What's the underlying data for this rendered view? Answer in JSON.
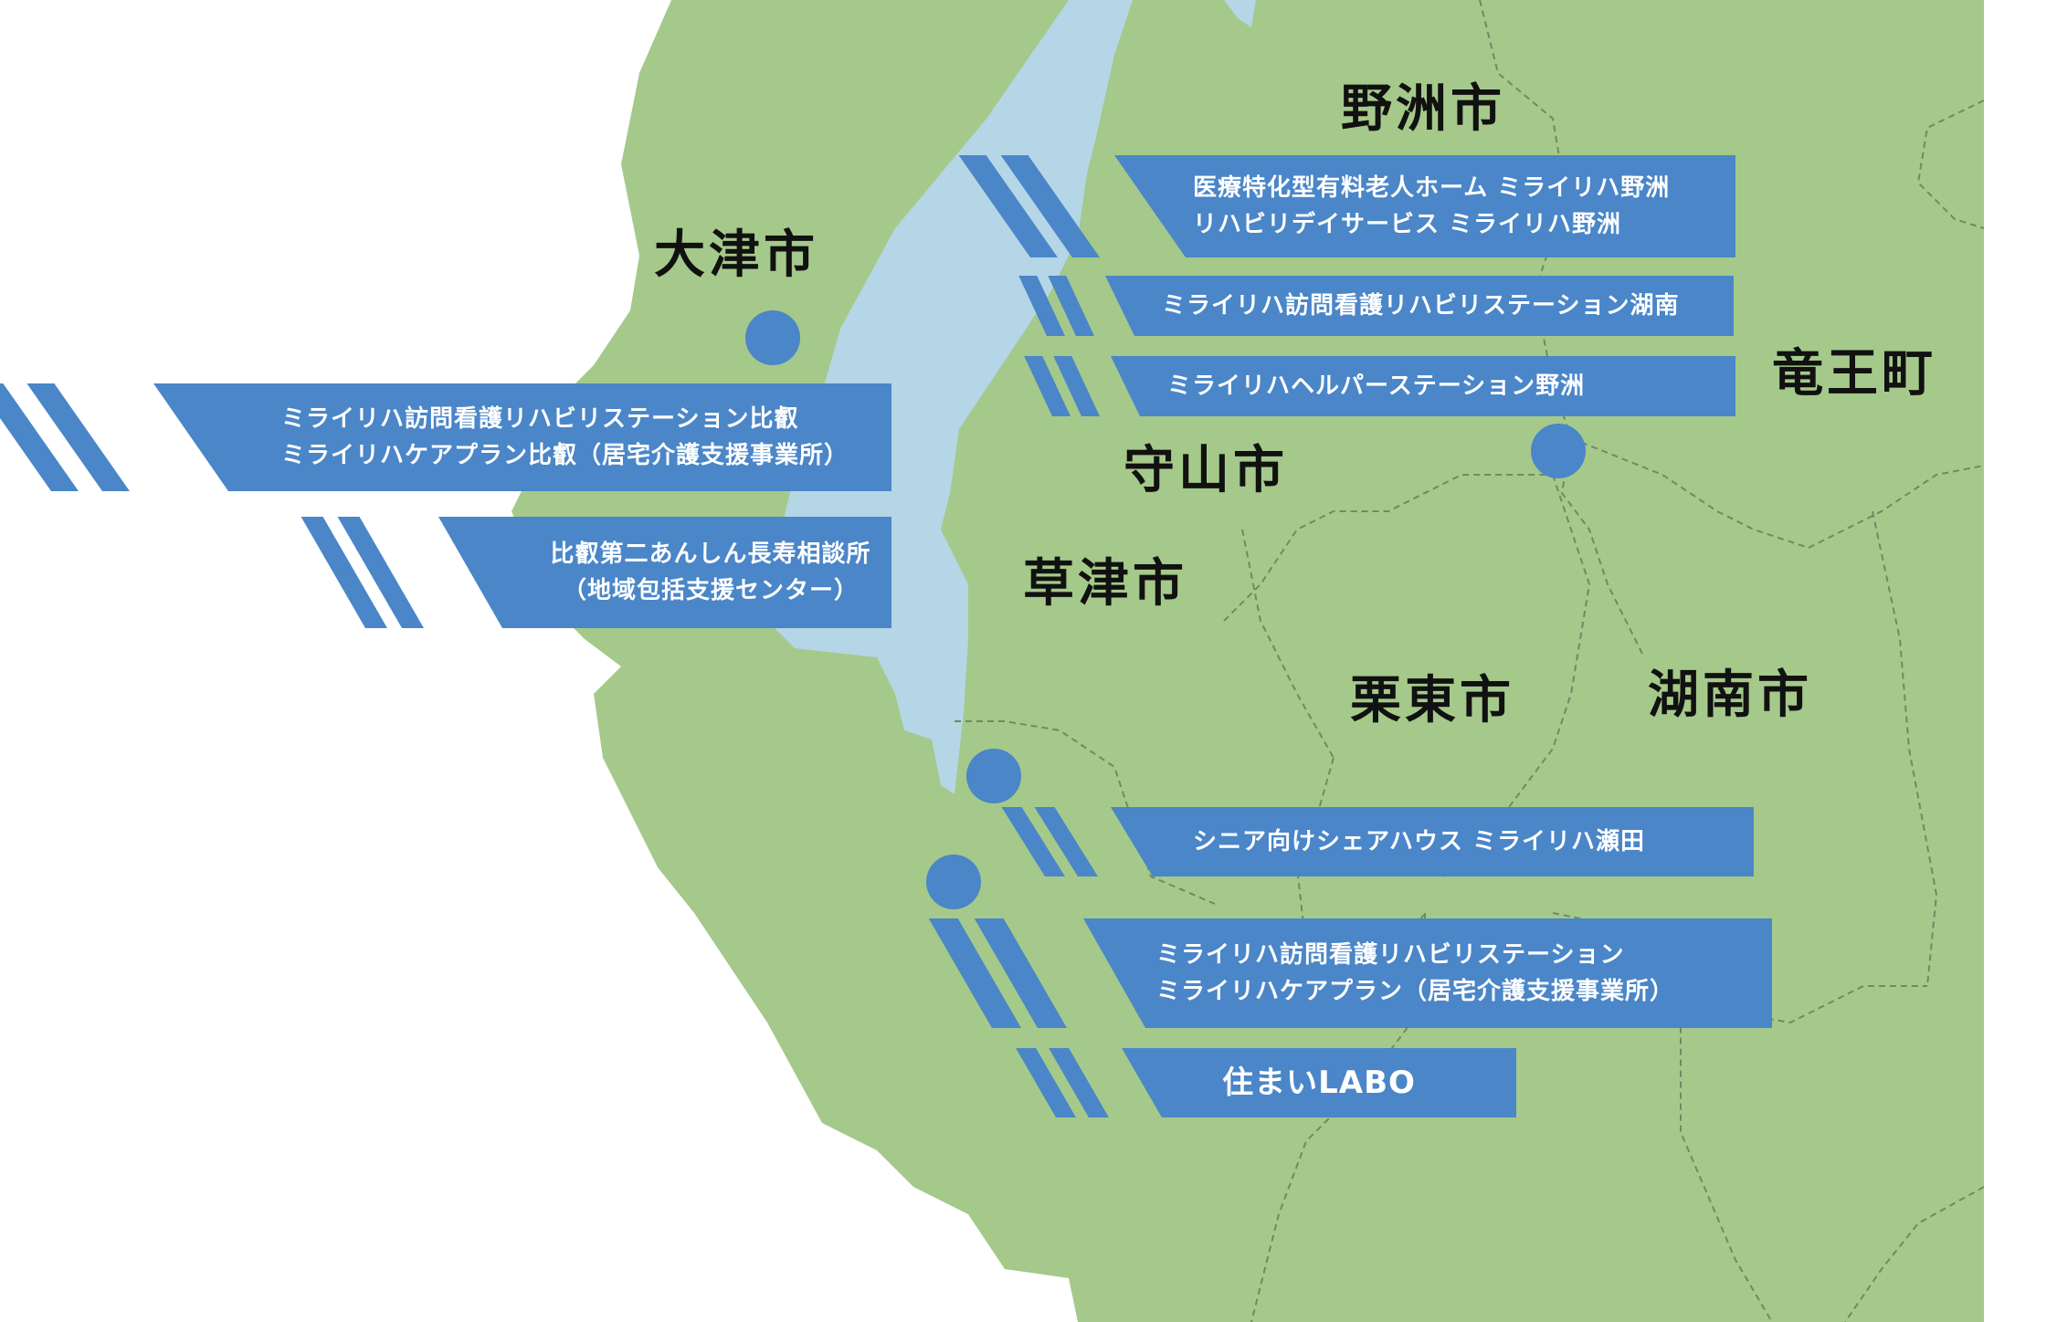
{
  "colors": {
    "land": "#a5c98a",
    "water": "#b5d6e6",
    "border": "#6f8a63",
    "accent": "#4a86c8",
    "label": "#111111",
    "banner_text": "#ffffff"
  },
  "cities": [
    {
      "id": "yasu",
      "name": "野洲市"
    },
    {
      "id": "otsu",
      "name": "大津市"
    },
    {
      "id": "ryuo",
      "name": "竜王町"
    },
    {
      "id": "moriyama",
      "name": "守山市"
    },
    {
      "id": "kusatsu",
      "name": "草津市"
    },
    {
      "id": "ritto",
      "name": "栗東市"
    },
    {
      "id": "konan",
      "name": "湖南市"
    }
  ],
  "facilities": [
    {
      "id": "yasu-group",
      "lines": [
        "医療特化型有料老人ホーム ミライリハ野洲",
        "リハビリデイサービス ミライリハ野洲"
      ]
    },
    {
      "id": "konan-visit",
      "lines": [
        "ミライリハ訪問看護リハビリステーション湖南"
      ]
    },
    {
      "id": "yasu-helper",
      "lines": [
        "ミライリハヘルパーステーション野洲"
      ]
    },
    {
      "id": "hiei-group",
      "lines": [
        "ミライリハ訪問看護リハビリステーション比叡",
        "ミライリハケアプラン比叡（居宅介護支援事業所）"
      ]
    },
    {
      "id": "hiei-center",
      "lines": [
        "比叡第二あんしん長寿相談所",
        "（地域包括支援センター）"
      ]
    },
    {
      "id": "seta-share",
      "lines": [
        "シニア向けシェアハウス ミライリハ瀬田"
      ]
    },
    {
      "id": "main-group",
      "lines": [
        "ミライリハ訪問看護リハビリステーション",
        "ミライリハケアプラン（居宅介護支援事業所）"
      ]
    },
    {
      "id": "labo",
      "lines": [
        "住まいLABO"
      ]
    }
  ]
}
